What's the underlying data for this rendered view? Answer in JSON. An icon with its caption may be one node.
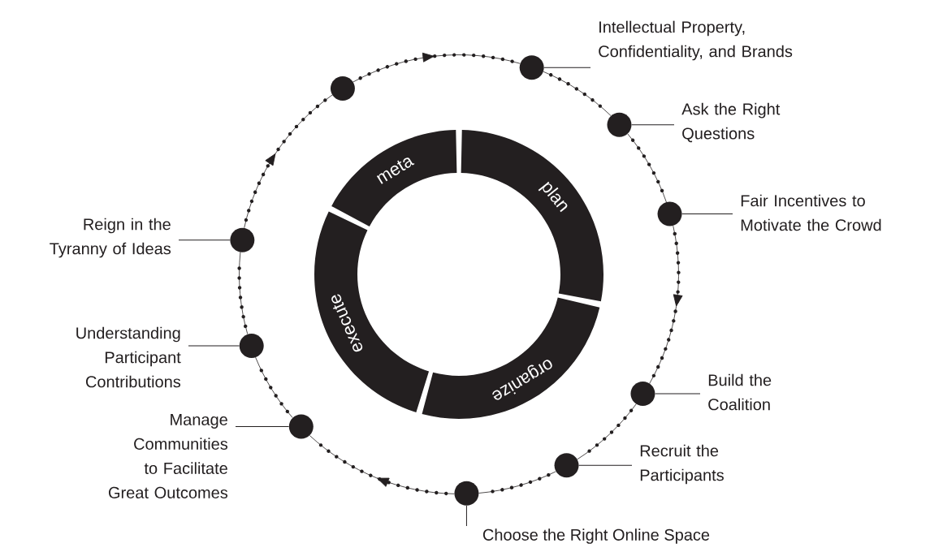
{
  "diagram": {
    "nodes": [
      {
        "text": [
          "meta"
        ]
      },
      {
        "text": [
          "plan"
        ]
      },
      {
        "text": [
          "organize"
        ]
      },
      {
        "text": [
          "execute"
        ]
      },
      {
        "text": [
          "Intellectual Property, Confidentiality, and Brands"
        ]
      },
      {
        "text": [
          "Ask the Right Questions"
        ]
      },
      {
        "text": [
          "Fair Incentives to Motivate the Crowd"
        ]
      },
      {
        "text": [
          "Build the Coalition"
        ]
      },
      {
        "text": [
          "Recruit the Participants"
        ]
      },
      {
        "text": [
          "Choose the Right Online Space"
        ]
      },
      {
        "text": [
          "Manage Communities to Facilitate Great Outcomes"
        ]
      },
      {
        "text": [
          "Understanding Participant Contributions"
        ]
      },
      {
        "text": [
          "Reign in the Tyranny of Ideas"
        ]
      },
      {
        "text": [],
        "shape": "circle"
      },
      {
        "text": [],
        "shape": "circle"
      },
      {
        "text": [],
        "shape": "circle"
      },
      {
        "text": [],
        "shape": "circle"
      },
      {
        "text": [],
        "shape": "circle"
      },
      {
        "text": [],
        "shape": "circle"
      },
      {
        "text": [],
        "shape": "circle"
      },
      {
        "text": [],
        "shape": "circle"
      },
      {
        "text": [],
        "shape": "circle"
      },
      {
        "text": [],
        "shape": "circle"
      }
    ],
    "edges": [
      {
        "from": 4,
        "to": 14,
        "arrow": "none"
      },
      {
        "from": 5,
        "to": 15,
        "arrow": "none"
      },
      {
        "from": 6,
        "to": 16,
        "arrow": "none"
      },
      {
        "from": 7,
        "to": 17,
        "arrow": "none"
      },
      {
        "from": 8,
        "to": 18,
        "arrow": "none"
      },
      {
        "from": 9,
        "to": 19,
        "arrow": "none"
      },
      {
        "from": 10,
        "to": 20,
        "arrow": "none"
      },
      {
        "from": 11,
        "to": 21,
        "arrow": "none"
      },
      {
        "from": 12,
        "to": 22,
        "arrow": "none"
      },
      {
        "from": 13,
        "to": 14,
        "arrow": "to"
      },
      {
        "from": 14,
        "to": 15,
        "arrow": "none"
      },
      {
        "from": 15,
        "to": 16,
        "arrow": "none"
      },
      {
        "from": 16,
        "to": 17,
        "arrow": "to"
      },
      {
        "from": 17,
        "to": 18,
        "arrow": "none"
      },
      {
        "from": 18,
        "to": 19,
        "arrow": "none"
      },
      {
        "from": 19,
        "to": 20,
        "arrow": "to"
      },
      {
        "from": 20,
        "to": 21,
        "arrow": "none"
      },
      {
        "from": 21,
        "to": 22,
        "arrow": "none"
      },
      {
        "from": 22,
        "to": 13,
        "arrow": "to"
      }
    ]
  }
}
